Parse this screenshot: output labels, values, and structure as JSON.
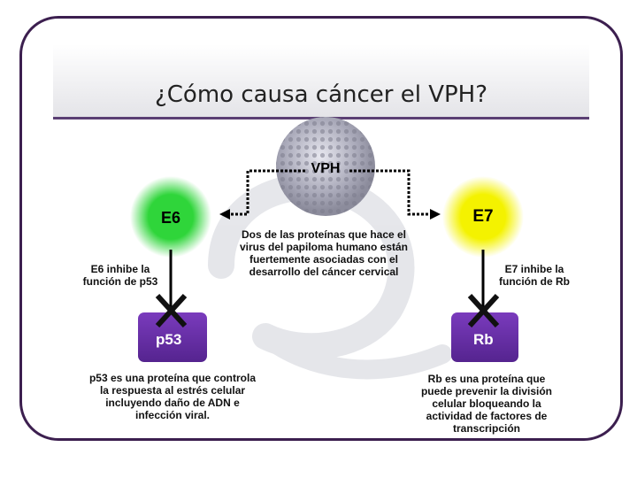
{
  "title": "¿Cómo causa cáncer el VPH?",
  "nodes": {
    "vph": "VPH",
    "e6": "E6",
    "e7": "E7",
    "p53": "p53",
    "rb": "Rb"
  },
  "texts": {
    "center": "Dos de las proteínas que hace el virus del papiloma humano están fuertemente asociadas con el desarrollo del cáncer cervical",
    "e6_desc": "E6 inhibe la función de p53",
    "e7_desc": "E7 inhibe la función de Rb",
    "p53_desc": "p53 es una proteína que controla la respuesta al estrés celular incluyendo daño de ADN e infección viral.",
    "rb_desc": "Rb es una proteína que puede prevenir la división celular bloqueando la actividad de factores de transcripción"
  },
  "colors": {
    "frame": "#3c1f4f",
    "e6": "#2fd53a",
    "e7": "#f2f000",
    "protein_box": "#6a2ea8",
    "virus": "#9a9aa6"
  }
}
